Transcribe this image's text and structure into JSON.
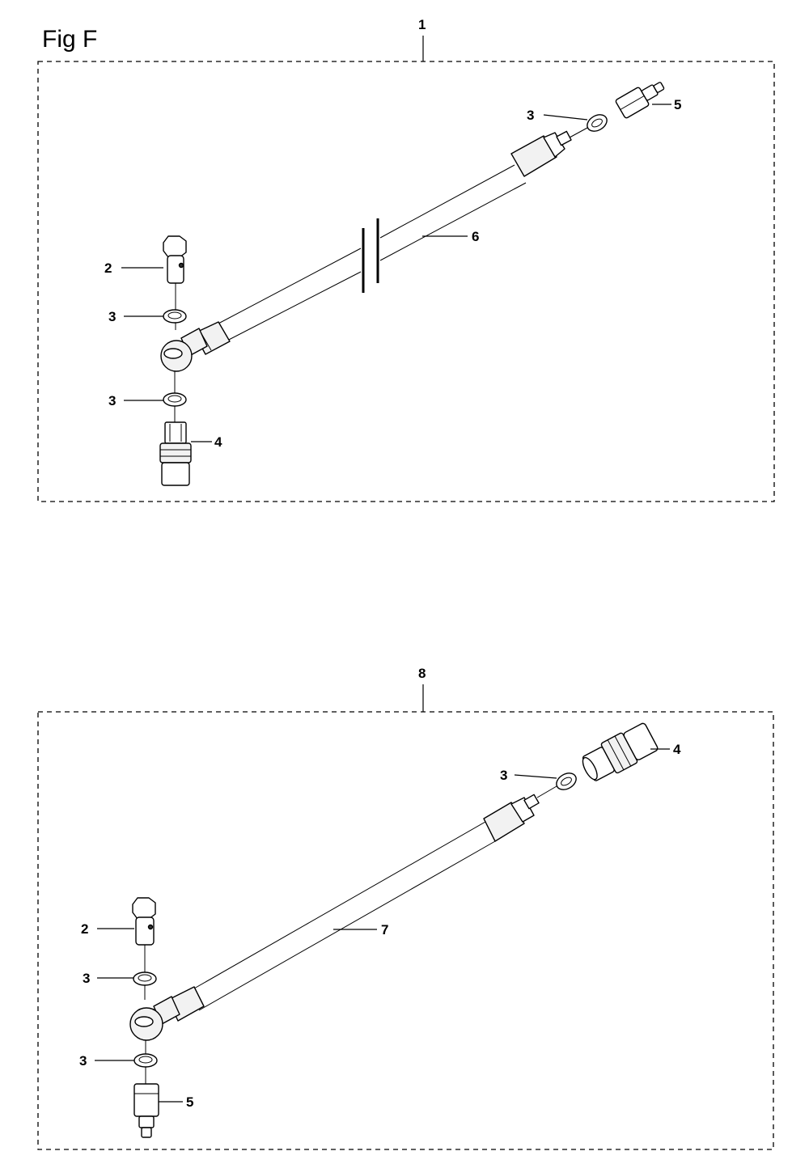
{
  "figure": {
    "title": "Fig F"
  },
  "assemblies": [
    {
      "assembly_number": "1",
      "callouts": {
        "bolt": "2",
        "washer_upper": "3",
        "washer_lower": "3",
        "washer_far": "3",
        "coupler": "4",
        "nipple": "5",
        "hose": "6"
      }
    },
    {
      "assembly_number": "8",
      "callouts": {
        "bolt": "2",
        "washer_upper": "3",
        "washer_lower": "3",
        "washer_far": "3",
        "coupler": "4",
        "nipple": "5",
        "hose": "7"
      }
    }
  ]
}
